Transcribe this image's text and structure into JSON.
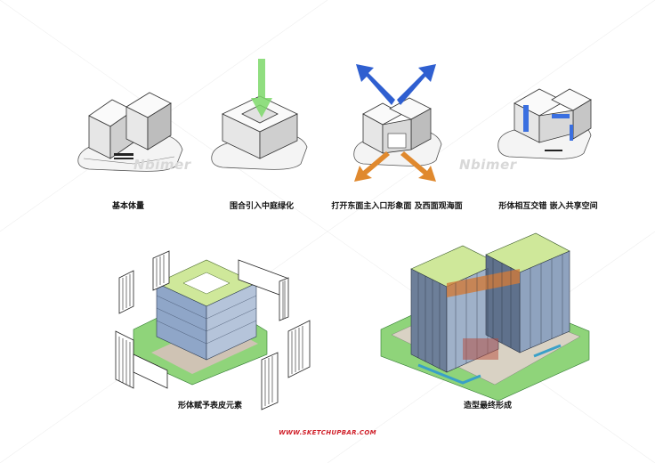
{
  "steps": [
    {
      "caption": "基本体量"
    },
    {
      "caption": "围合引入中庭绿化"
    },
    {
      "caption": "打开东面主入口形象面 及西面观海面"
    },
    {
      "caption": "形体相互交错 嵌入共享空间"
    },
    {
      "caption": "形体赋予表皮元素"
    },
    {
      "caption": "造型最终形成"
    }
  ],
  "watermarks": [
    "Nbimer",
    "Nbimer"
  ],
  "footer": "WWW.SKETCHUPBAR.COM",
  "colors": {
    "arrow_green": "#7dd86a",
    "arrow_blue": "#2f5fd0",
    "arrow_orange": "#e0892e",
    "roof_green": "#cfe89a",
    "facade_blue": "#8fa6c8",
    "accent_blue": "#3a6fe0",
    "ground_green": "#8fd47a"
  }
}
